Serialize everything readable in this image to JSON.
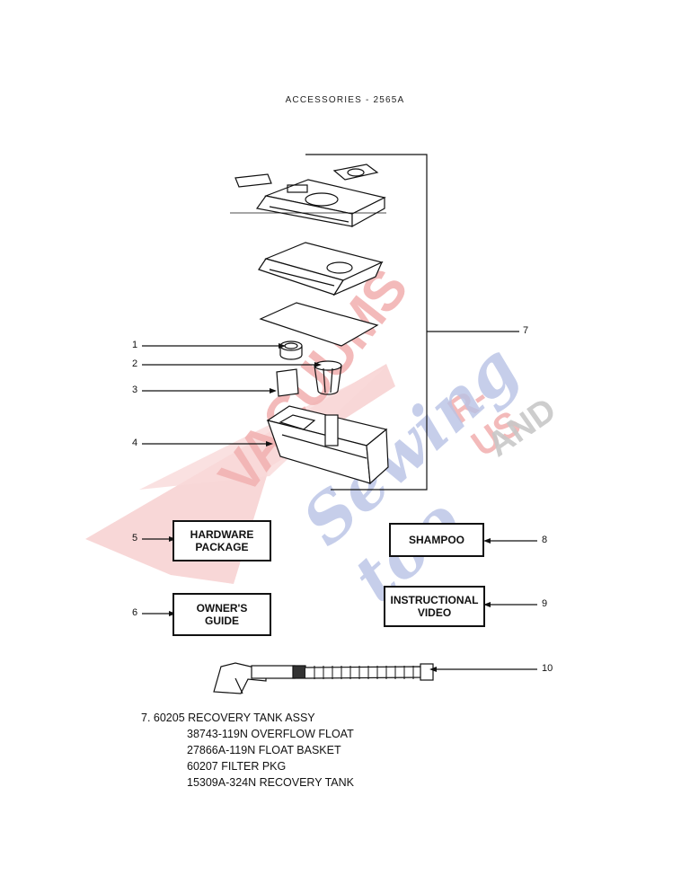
{
  "title": "ACCESSORIES - 2565A",
  "callouts": [
    "1",
    "2",
    "3",
    "4",
    "5",
    "6",
    "7",
    "8",
    "9",
    "10"
  ],
  "boxes": {
    "hardware": "HARDWARE\nPACKAGE",
    "owners": "OWNER'S\nGUIDE",
    "shampoo": "SHAMPOO",
    "video": "INSTRUCTIONAL\nVIDEO"
  },
  "notes": [
    "7. 60205 RECOVERY TANK ASSY",
    "38743-119N OVERFLOW FLOAT",
    "27866A-119N FLOAT BASKET",
    "60207 FILTER PKG",
    "15309A-324N RECOVERY TANK"
  ],
  "watermark": {
    "vacuums": "VACUUMS",
    "rus": "R-US",
    "and": "AND",
    "sewing": "Sewing too"
  },
  "colors": {
    "watermark_red": "#f2b3b3",
    "watermark_blue": "#b8c3e6",
    "line": "#111111"
  }
}
